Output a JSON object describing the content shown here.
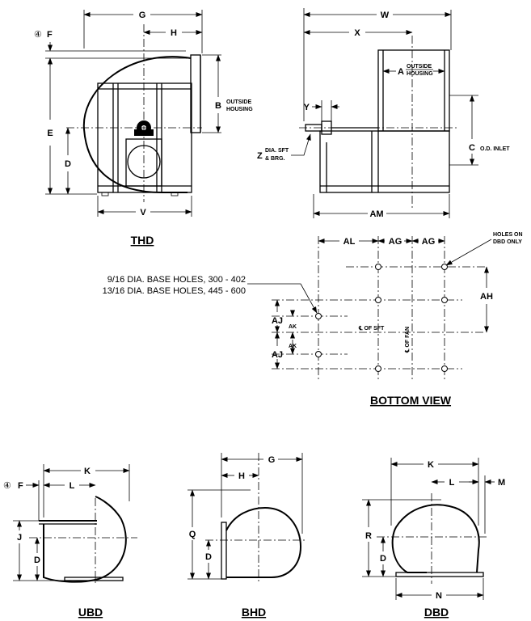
{
  "views": {
    "thd": {
      "title": "THD"
    },
    "bottom": {
      "title": "BOTTOM VIEW"
    },
    "ubd": {
      "title": "UBD"
    },
    "bhd": {
      "title": "BHD"
    },
    "dbd": {
      "title": "DBD"
    }
  },
  "notes": {
    "holes_on": "HOLES ON",
    "dbd_only": "DBD ONLY",
    "base_holes_small": "9/16 DIA. BASE HOLES, 300 - 402",
    "base_holes_large": "13/16 DIA. BASE HOLES, 445 - 600",
    "cl_sft": "℄ OF SFT",
    "cl_fan": "℄ OF FAN",
    "footnote_mark": "④"
  },
  "dims": {
    "G": "G",
    "H": "H",
    "F": "F",
    "E": "E",
    "D": "D",
    "B": "B",
    "V": "V",
    "W": "W",
    "X": "X",
    "Y": "Y",
    "Z": "Z",
    "A": "A",
    "C": "C",
    "AM": "AM",
    "AL": "AL",
    "AG": "AG",
    "AH": "AH",
    "AJ": "AJ",
    "AK": "AK",
    "K": "K",
    "L": "L",
    "J": "J",
    "Q": "Q",
    "R": "R",
    "N": "N",
    "M": "M"
  },
  "labels": {
    "outside": "OUTSIDE",
    "housing": "HOUSING",
    "od_inlet": "O.D. INLET",
    "dia_sft": "DIA. SFT",
    "brg": "& BRG."
  }
}
